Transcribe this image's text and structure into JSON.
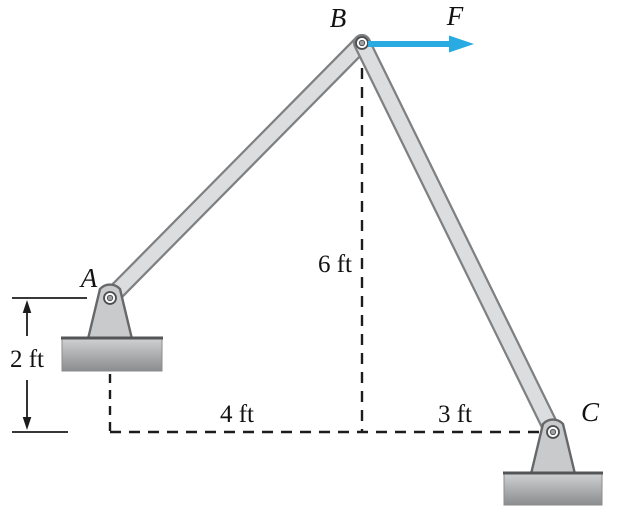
{
  "diagram": {
    "description": "Two-member pin frame ABC with horizontal force F applied at joint B",
    "joint_labels": {
      "a": "A",
      "b": "B",
      "c": "C"
    },
    "force_label": "F",
    "dimensions": {
      "height_a": "2 ft",
      "span_left": "4 ft",
      "height_b": "6 ft",
      "span_right": "3 ft"
    },
    "colors": {
      "force_arrow": "#29ABE2",
      "member_fill": "#DCDDDE",
      "member_edge": "#7E8082",
      "bracket_fill": "#C8CACC",
      "bracket_edge": "#66686A",
      "base_top": "#D2D4D5",
      "base_bottom": "#8A8C8E",
      "base_edge": "#535557",
      "pin_ring": "#FFFFFF",
      "pin_dot": "#9EA0A2",
      "pin_edge": "#4A4C4E",
      "line": "#1C1C1C",
      "text": "#111111"
    }
  }
}
